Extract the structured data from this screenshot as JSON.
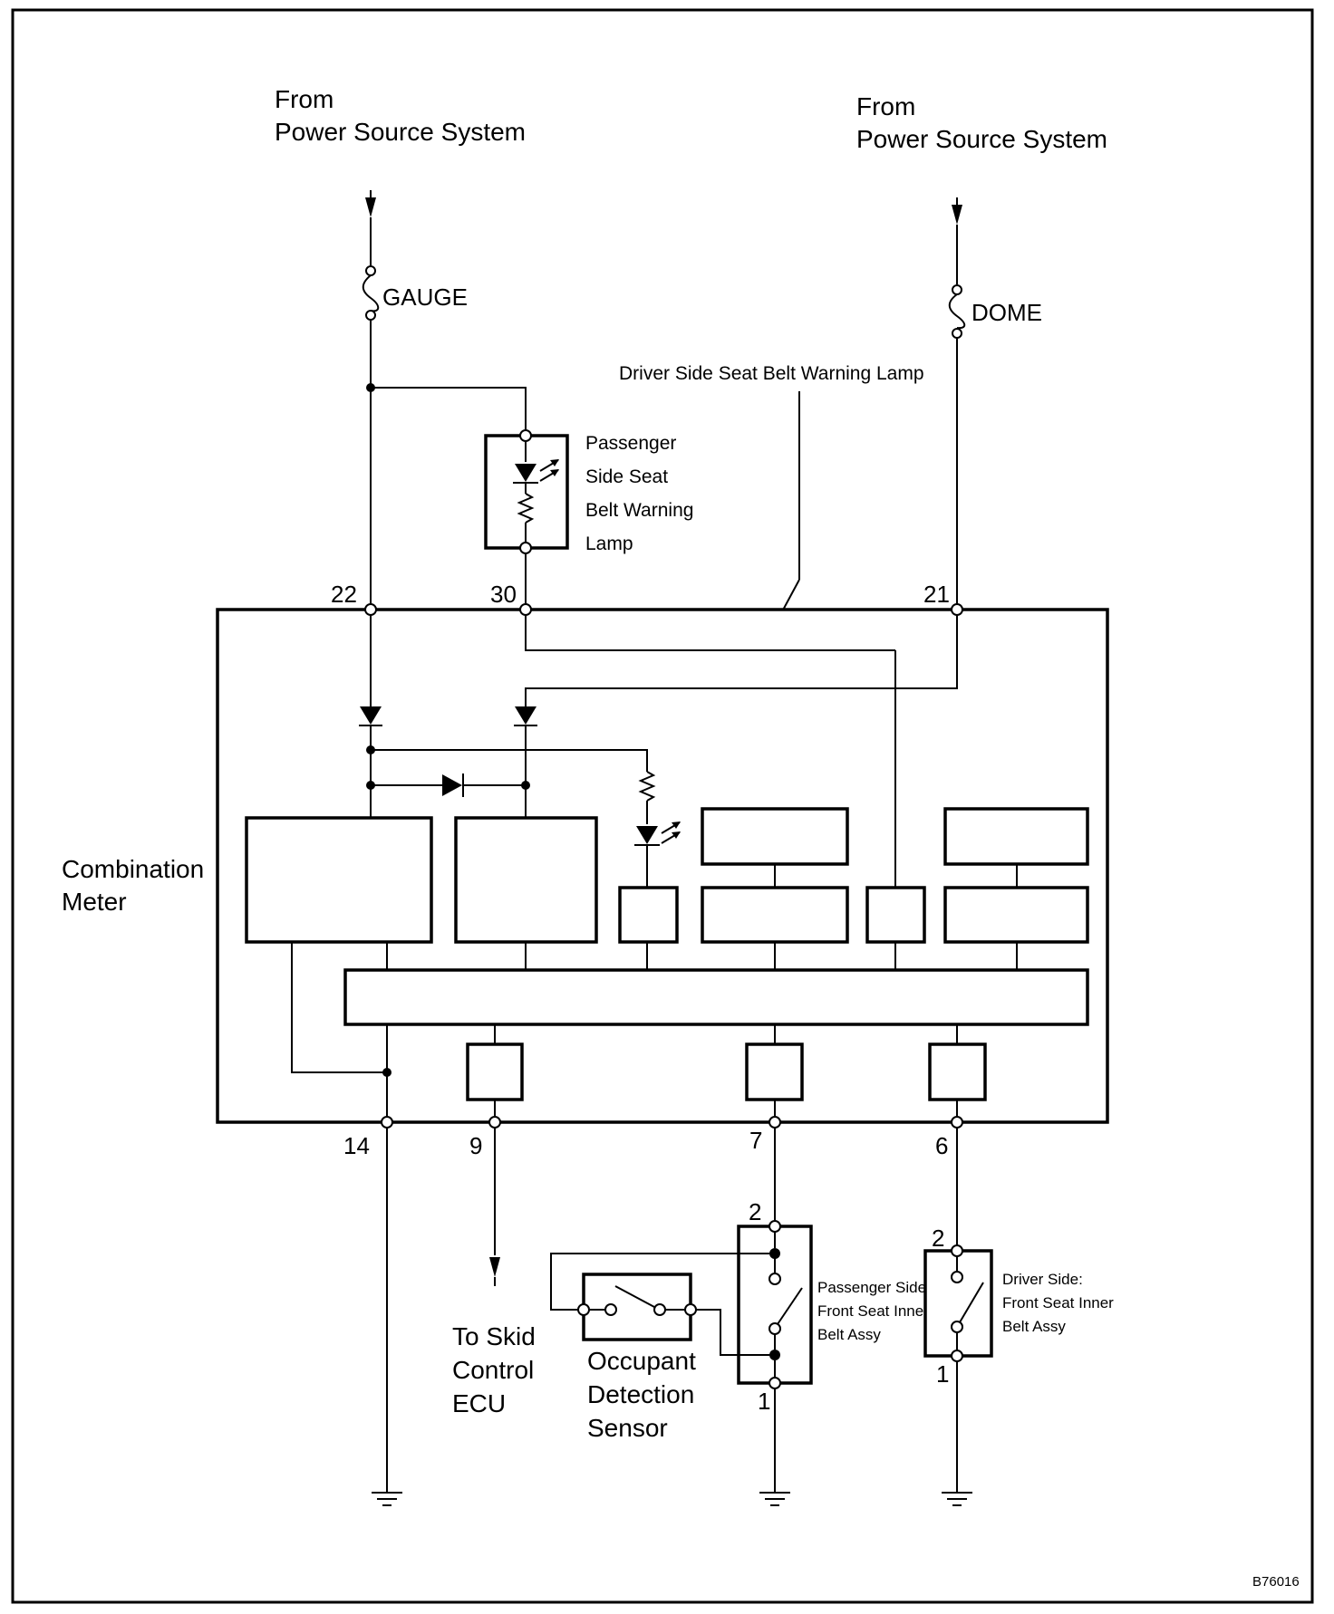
{
  "diagram": {
    "labels": {
      "from_left": "From",
      "power_source_left": "Power Source System",
      "from_right": "From",
      "power_source_right": "Power Source System",
      "fuse_gauge": "GAUGE",
      "fuse_dome": "DOME",
      "driver_lamp": "Driver Side Seat Belt Warning Lamp",
      "passenger_lamp_1": "Passenger",
      "passenger_lamp_2": "Side Seat",
      "passenger_lamp_3": "Belt Warning",
      "passenger_lamp_4": "Lamp",
      "combination_1": "Combination",
      "combination_2": "Meter",
      "skid_1": "To Skid",
      "skid_2": "Control",
      "skid_3": "ECU",
      "occupant_1": "Occupant",
      "occupant_2": "Detection",
      "occupant_3": "Sensor",
      "passenger_belt_1": "Passenger Side",
      "passenger_belt_2": "Front Seat Inner",
      "passenger_belt_3": "Belt Assy",
      "driver_belt_1": "Driver Side:",
      "driver_belt_2": "Front Seat Inner",
      "driver_belt_3": "Belt Assy",
      "figure_id": "B76016"
    },
    "pins": {
      "p22": "22",
      "p30": "30",
      "p21": "21",
      "p14": "14",
      "p9": "9",
      "p7": "7",
      "p6": "6",
      "pb_2": "2",
      "pb_1": "1",
      "db_2": "2",
      "db_1": "1"
    }
  }
}
